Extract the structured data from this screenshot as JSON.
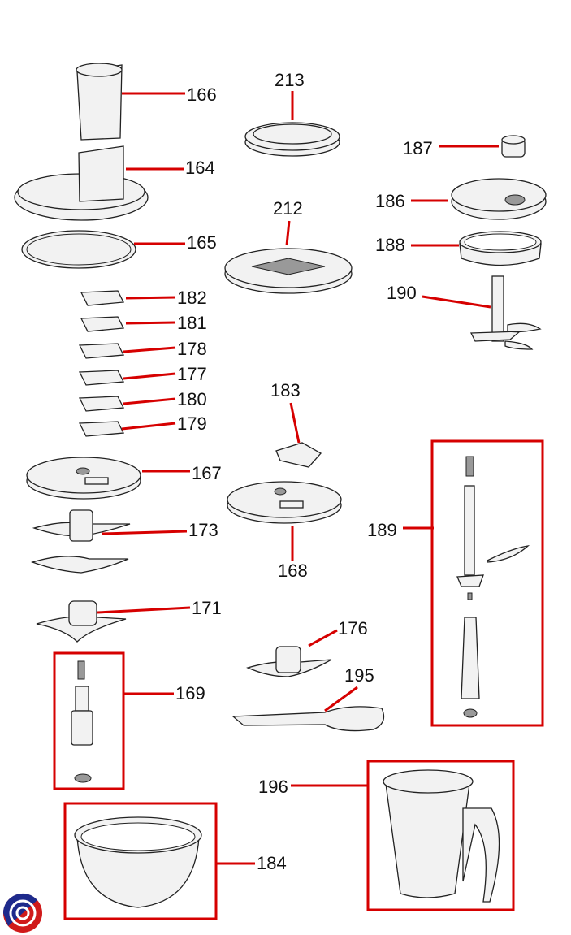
{
  "diagram": {
    "parts": [
      {
        "id": "166",
        "label": "166"
      },
      {
        "id": "164",
        "label": "164"
      },
      {
        "id": "165",
        "label": "165"
      },
      {
        "id": "182",
        "label": "182"
      },
      {
        "id": "181",
        "label": "181"
      },
      {
        "id": "178",
        "label": "178"
      },
      {
        "id": "177",
        "label": "177"
      },
      {
        "id": "180",
        "label": "180"
      },
      {
        "id": "179",
        "label": "179"
      },
      {
        "id": "167",
        "label": "167"
      },
      {
        "id": "173",
        "label": "173"
      },
      {
        "id": "171",
        "label": "171"
      },
      {
        "id": "169",
        "label": "169"
      },
      {
        "id": "184",
        "label": "184"
      },
      {
        "id": "213",
        "label": "213"
      },
      {
        "id": "212",
        "label": "212"
      },
      {
        "id": "183",
        "label": "183"
      },
      {
        "id": "168",
        "label": "168"
      },
      {
        "id": "176",
        "label": "176"
      },
      {
        "id": "195",
        "label": "195"
      },
      {
        "id": "196",
        "label": "196"
      },
      {
        "id": "187",
        "label": "187"
      },
      {
        "id": "186",
        "label": "186"
      },
      {
        "id": "188",
        "label": "188"
      },
      {
        "id": "190",
        "label": "190"
      },
      {
        "id": "189",
        "label": "189"
      }
    ],
    "colors": {
      "leader": "#d60000",
      "logo_blue": "#1e2a8c",
      "logo_red": "#d01a1a"
    }
  }
}
